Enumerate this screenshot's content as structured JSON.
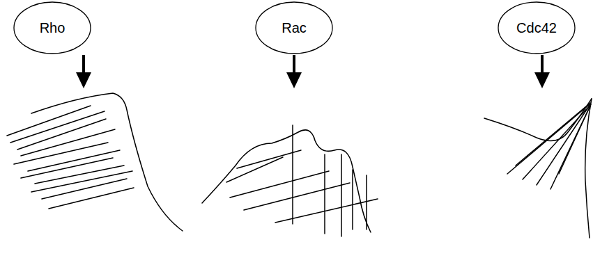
{
  "diagram": {
    "nodes": [
      {
        "text": [
          "Rho"
        ]
      },
      {
        "text": [
          "Rac"
        ]
      },
      {
        "text": [
          "Cdc42"
        ]
      }
    ]
  }
}
